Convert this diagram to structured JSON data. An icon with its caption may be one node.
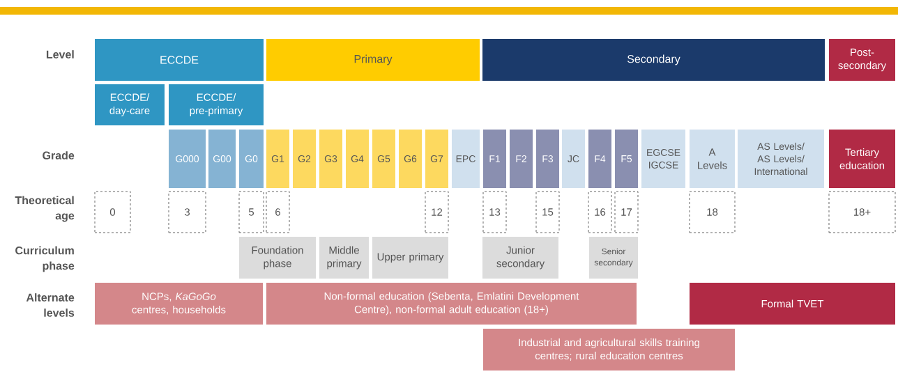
{
  "diagram": {
    "nodes": [
      {
        "text": [
          "ECCDE"
        ]
      },
      {
        "text": [
          "Primary"
        ]
      },
      {
        "text": [
          "Secondary"
        ]
      },
      {
        "text": [
          "Post-secondary"
        ]
      },
      {
        "text": [
          "ECCDE/ day-care"
        ]
      },
      {
        "text": [
          "ECCDE/ pre-primary"
        ]
      },
      {
        "text": [
          "G000"
        ]
      },
      {
        "text": [
          "G00"
        ]
      },
      {
        "text": [
          "G0"
        ]
      },
      {
        "text": [
          "G1"
        ]
      },
      {
        "text": [
          "G2"
        ]
      },
      {
        "text": [
          "G3"
        ]
      },
      {
        "text": [
          "G4"
        ]
      },
      {
        "text": [
          "G5"
        ]
      },
      {
        "text": [
          "G6"
        ]
      },
      {
        "text": [
          "G7"
        ]
      },
      {
        "text": [
          "EPC"
        ]
      },
      {
        "text": [
          "F1"
        ]
      },
      {
        "text": [
          "F2"
        ]
      },
      {
        "text": [
          "F3"
        ]
      },
      {
        "text": [
          "JC"
        ]
      },
      {
        "text": [
          "F4"
        ]
      },
      {
        "text": [
          "F5"
        ]
      },
      {
        "text": [
          "EGCSE IGCSE"
        ]
      },
      {
        "text": [
          "A Levels"
        ]
      },
      {
        "text": [
          "AS Levels/ AS Levels/ International"
        ]
      },
      {
        "text": [
          "Tertiary education"
        ]
      },
      {
        "text": [
          "0"
        ]
      },
      {
        "text": [
          "3"
        ]
      },
      {
        "text": [
          "5"
        ]
      },
      {
        "text": [
          "6"
        ]
      },
      {
        "text": [
          "12"
        ]
      },
      {
        "text": [
          "13"
        ]
      },
      {
        "text": [
          "15"
        ]
      },
      {
        "text": [
          "16"
        ]
      },
      {
        "text": [
          "17"
        ]
      },
      {
        "text": [
          "18"
        ]
      },
      {
        "text": [
          "18+"
        ]
      },
      {
        "text": [
          "Foundation phase"
        ]
      },
      {
        "text": [
          "Middle primary"
        ]
      },
      {
        "text": [
          "Upper primary"
        ]
      },
      {
        "text": [
          "Junior secondary"
        ]
      },
      {
        "text": [
          "Senior secondary"
        ]
      },
      {
        "text": [
          "NCPs, *KaGoGo* centres, households"
        ]
      },
      {
        "text": [
          "Non-formal education (Sebenta, Emlatini Development Centre), non-formal adult education (18+)"
        ]
      },
      {
        "text": [
          "Formal TVET"
        ]
      },
      {
        "text": [
          "Industrial and agricultural skills training centres; rural education centres"
        ]
      }
    ],
    "labels": [
      "Level",
      "Grade",
      "Theoretical age",
      "Curriculum phase",
      "Alternate levels"
    ]
  }
}
